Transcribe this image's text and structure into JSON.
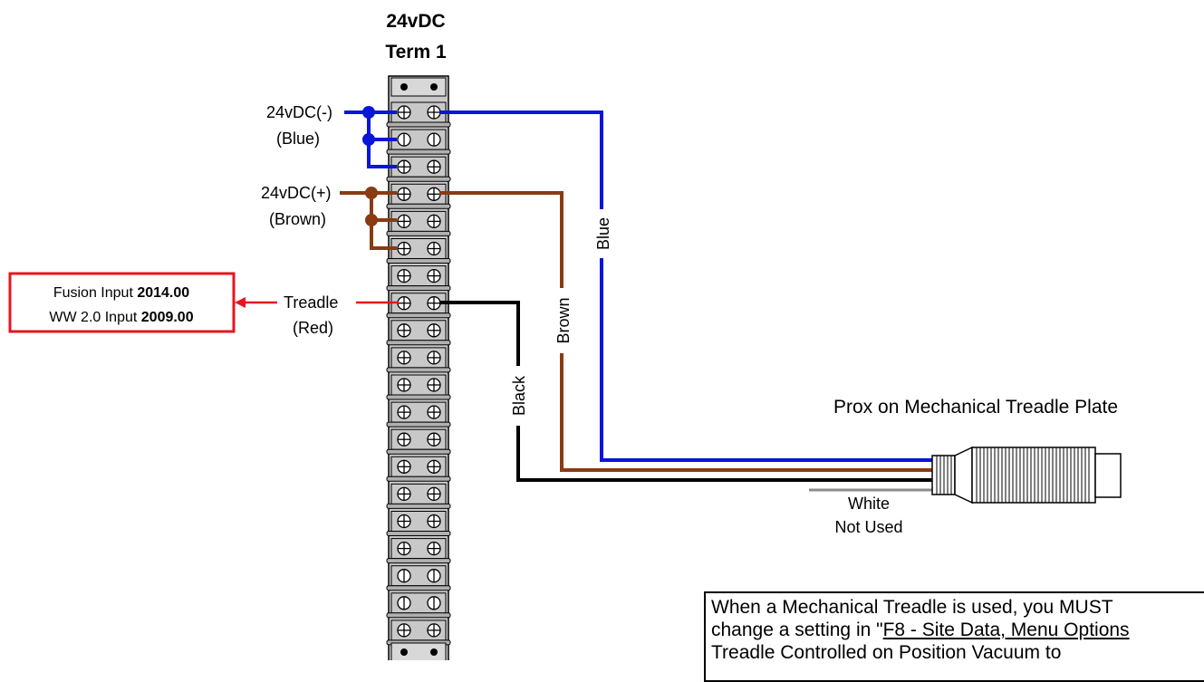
{
  "terminal_block": {
    "title_line1": "24vDC",
    "title_line2": "Term 1",
    "rows": 20
  },
  "labels": {
    "neg_supply": "24vDC(-)",
    "neg_color": "(Blue)",
    "pos_supply": "24vDC(+)",
    "pos_color": "(Brown)",
    "treadle": "Treadle",
    "treadle_color": "(Red)"
  },
  "input_box": {
    "line1_prefix": "Fusion Input ",
    "line1_value": "2014.00",
    "line2_prefix": "WW 2.0 Input ",
    "line2_value": "2009.00"
  },
  "wires": {
    "blue": "Blue",
    "brown": "Brown",
    "black": "Black",
    "white_line1": "White",
    "white_line2": "Not Used"
  },
  "sensor": {
    "label": "Prox on Mechanical Treadle Plate"
  },
  "note": {
    "line1": "When a Mechanical Treadle is used, you MUST",
    "line2_prefix": "change a setting in \"",
    "line2_link": "F8 - Site Data, Menu Options",
    "line3": "Treadle Controlled on Position Vacuum to"
  },
  "colors": {
    "blue": "#0a14dc",
    "brown": "#8b3a12",
    "black": "#000000",
    "red": "#e8141e",
    "grey": "#8c8c8c",
    "terminal_fill": "#c8c8c8"
  }
}
